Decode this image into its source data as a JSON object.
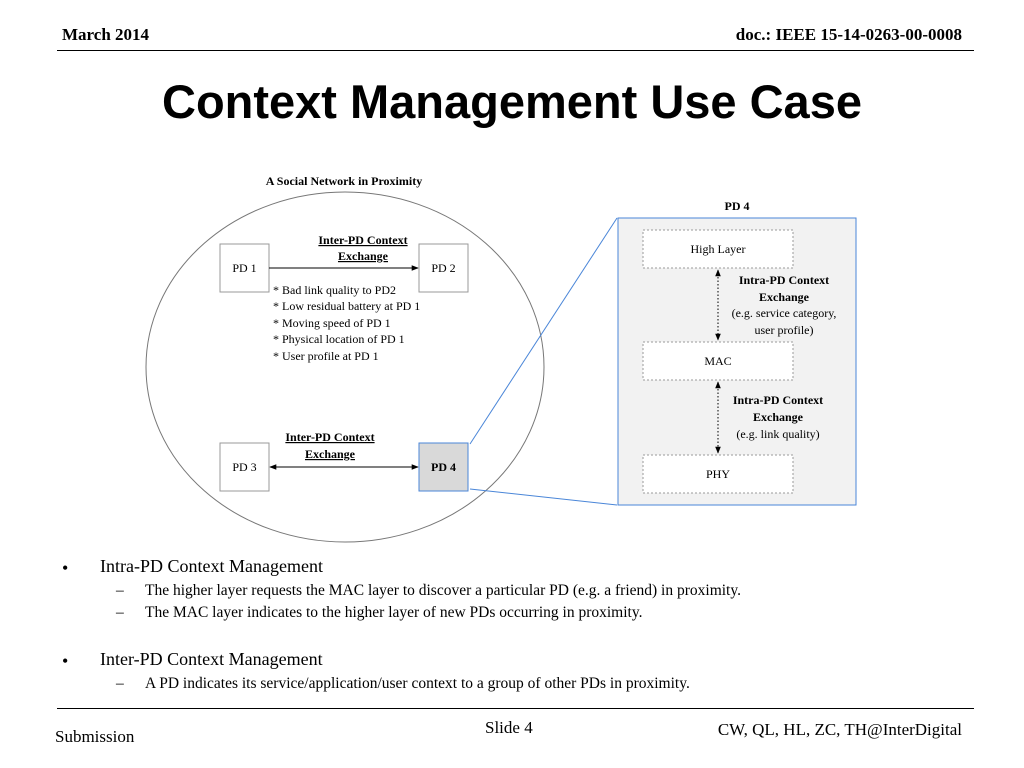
{
  "header": {
    "date": "March 2014",
    "doc": "doc.: IEEE 15-14-0263-00-0008"
  },
  "title": "Context Management Use Case",
  "network": {
    "caption": "A Social Network in Proximity",
    "pd1": "PD 1",
    "pd2": "PD 2",
    "pd3": "PD 3",
    "pd4": "PD 4",
    "exchange_top": [
      "Inter-PD Context",
      "Exchange"
    ],
    "exchange_bottom": [
      "Inter-PD Context",
      "Exchange"
    ],
    "context_items": [
      "* Bad link quality to PD2",
      "* Low residual battery at PD 1",
      "* Moving speed of PD 1",
      "* Physical location of PD 1",
      "* User profile at PD 1"
    ]
  },
  "pd4_detail": {
    "title": "PD 4",
    "layers": [
      "High Layer",
      "MAC",
      "PHY"
    ],
    "upper_exchange": {
      "heading": [
        "Intra-PD Context",
        "Exchange"
      ],
      "note": [
        "(e.g. service category,",
        "user profile)"
      ]
    },
    "lower_exchange": {
      "heading": [
        "Intra-PD Context",
        "Exchange"
      ],
      "note": [
        "(e.g. link quality)"
      ]
    }
  },
  "bullets": [
    {
      "label": "Intra-PD Context Management",
      "subs": [
        "The higher layer requests the MAC layer to discover a particular PD (e.g. a friend) in proximity.",
        "The MAC layer indicates to the higher layer of new PDs occurring in proximity."
      ]
    },
    {
      "label": "Inter-PD Context Management",
      "subs": [
        "A PD indicates its service/application/user context to a group of other PDs in proximity."
      ]
    }
  ],
  "footer": {
    "left": "Submission",
    "center": "Slide 4",
    "right": "CW, QL, HL, ZC, TH@InterDigital"
  },
  "colors": {
    "connector": "#4a86d8",
    "panel_fill": "#f2f2f2",
    "pd4_fill": "#d9d9d9"
  }
}
